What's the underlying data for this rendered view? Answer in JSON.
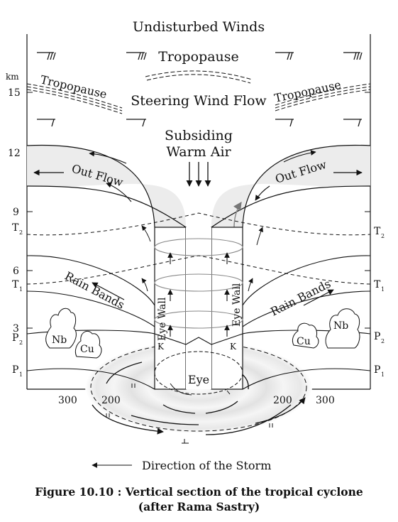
{
  "figure": {
    "title_top": "Undisturbed Winds",
    "tropopause_center": "Tropopause",
    "tropopause_left": "Tropopause",
    "tropopause_right": "Tropopause",
    "steering": "Steering Wind Flow",
    "subsiding_1": "Subsiding",
    "subsiding_2": "Warm Air",
    "outflow_left": "Out Flow",
    "outflow_right": "Out Flow",
    "rainbands_left": "Rain Bands",
    "rainbands_right": "Rain Bands",
    "eyewall_left": "Eye Wall",
    "eyewall_right": "Eye Wall",
    "k_left": "K",
    "k_right": "K",
    "eye": "Eye",
    "nb_left": "Nb",
    "cu_left": "Cu",
    "nb_right": "Nb",
    "cu_right": "Cu",
    "direction": "Direction of the Storm",
    "km": "km",
    "y_ticks": [
      "15",
      "12",
      "9",
      "6",
      "3"
    ],
    "x_ticks_left": [
      "300",
      "200"
    ],
    "x_ticks_right": [
      "200",
      "300"
    ],
    "levels_left": [
      "T",
      "T",
      "P",
      "P"
    ],
    "levels_right": [
      "T",
      "T",
      "P",
      "P"
    ],
    "level_subs": [
      "2",
      "1",
      "2",
      "1"
    ]
  },
  "caption": {
    "line1": "Figure 10.10 : Vertical section of the tropical cyclone",
    "line2": "(after Rama Sastry)"
  }
}
